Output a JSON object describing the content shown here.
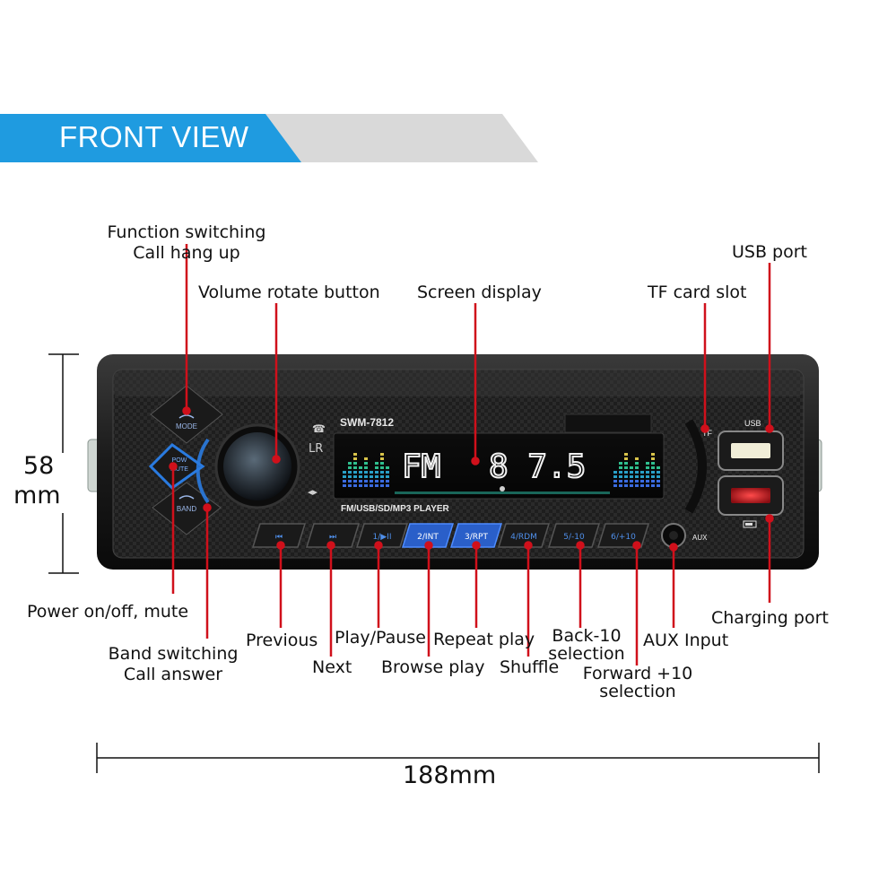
{
  "banner": {
    "title": "FRONT VIEW",
    "accent": "#1f9be0",
    "band": "#d9d9d9"
  },
  "device": {
    "model": "SWM-7812",
    "subtitle": "FM/USB/SD/MP3  PLAYER",
    "display_band": "FM",
    "display_freq": "8  7.5",
    "buttons": {
      "mode": "MODE",
      "pow": "POW",
      "mute": "MUTE",
      "band": "BAND",
      "play": "1/▶II",
      "int": "2/INT",
      "rpt": "3/RPT",
      "rdm": "4/RDM",
      "back10": "5/-10",
      "fwd10": "6/+10",
      "usb": "USB",
      "tf": "TF",
      "aux": "AUX"
    },
    "accent_line": "#d0101b",
    "button_glow": "#2a7be0"
  },
  "labels": {
    "function": [
      "Function switching",
      "Call hang up"
    ],
    "volume": "Volume rotate button",
    "screen": "Screen display",
    "tf": "TF card slot",
    "usb": "USB port",
    "power": "Power on/off, mute",
    "band": [
      "Band switching",
      "Call answer"
    ],
    "previous": "Previous",
    "next": "Next",
    "play": "Play/Pause",
    "browse": "Browse play",
    "repeat": "Repeat play",
    "shuffle": "Shuffle",
    "back10": [
      "Back-10",
      "selection"
    ],
    "forward10": [
      "Forward +10",
      "selection"
    ],
    "aux": "AUX Input",
    "charging": "Charging port"
  },
  "dimensions": {
    "height_value": "58",
    "height_unit": "mm",
    "width": "188mm"
  }
}
